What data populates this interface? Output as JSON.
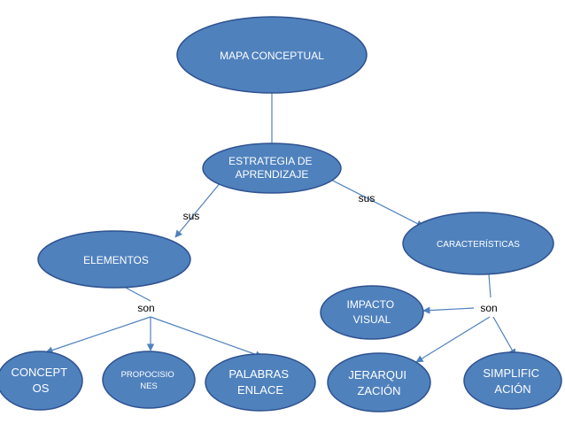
{
  "nodes": {
    "mapa_conceptual": [
      "MAPA CONCEPTUAL"
    ],
    "estrategia": [
      "ESTRATEGIA DE",
      "APRENDIZAJE"
    ],
    "elementos": [
      "ELEMENTOS"
    ],
    "caracteristicas": [
      "CARACTERÍSTICAS"
    ],
    "conceptos": [
      "CONCEPT",
      "OS"
    ],
    "proposiciones": [
      "PROPOCISIO",
      "NES"
    ],
    "palabras_enlace": [
      "PALABRAS",
      "ENLACE"
    ],
    "impacto_visual": [
      "IMPACTO",
      "VISUAL"
    ],
    "jerarquizacion": [
      "JERARQUI",
      "ZACIÓN"
    ],
    "simplificacion": [
      "SIMPLIFIC",
      "ACIÓN"
    ]
  },
  "link_labels": {
    "sus_left": "sus",
    "sus_right": "sus",
    "son_left": "son",
    "son_right": "son"
  },
  "colors": {
    "node_fill": "#4f81bd",
    "node_stroke": "#2f528f",
    "edge": "#4f81bd",
    "node_text": "#ffffff",
    "link_text": "#000000"
  }
}
